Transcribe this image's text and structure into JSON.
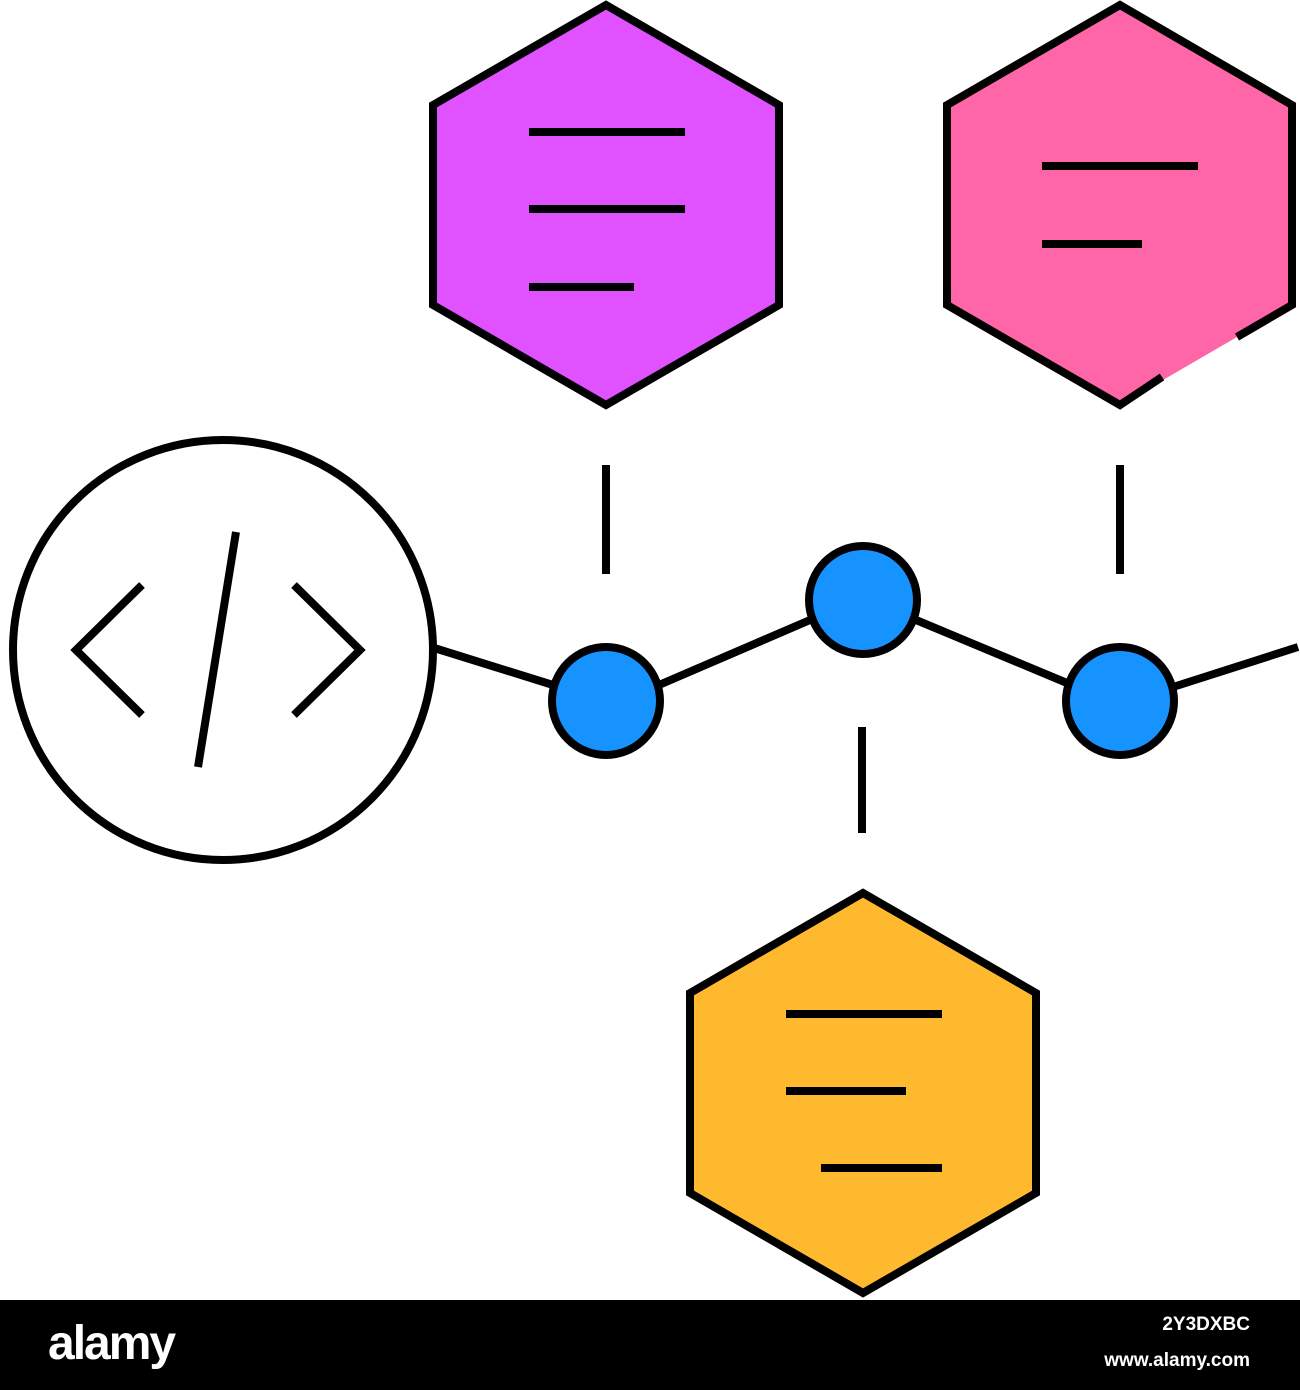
{
  "illustration": {
    "colors": {
      "stroke": "#000000",
      "node": "#1793ff",
      "hexagon_top_left": "#e052ff",
      "hexagon_top_right": "#ff66a8",
      "hexagon_bottom": "#ffb92e",
      "circle_fill": "#ffffff"
    },
    "icons": {
      "code": "code-brackets-icon",
      "node": "circle-node-icon",
      "document": "hexagon-document-icon"
    }
  },
  "footer": {
    "brand": "alamy",
    "image_id": "2Y3DXBC",
    "url": "www.alamy.com",
    "background": "#000000"
  }
}
